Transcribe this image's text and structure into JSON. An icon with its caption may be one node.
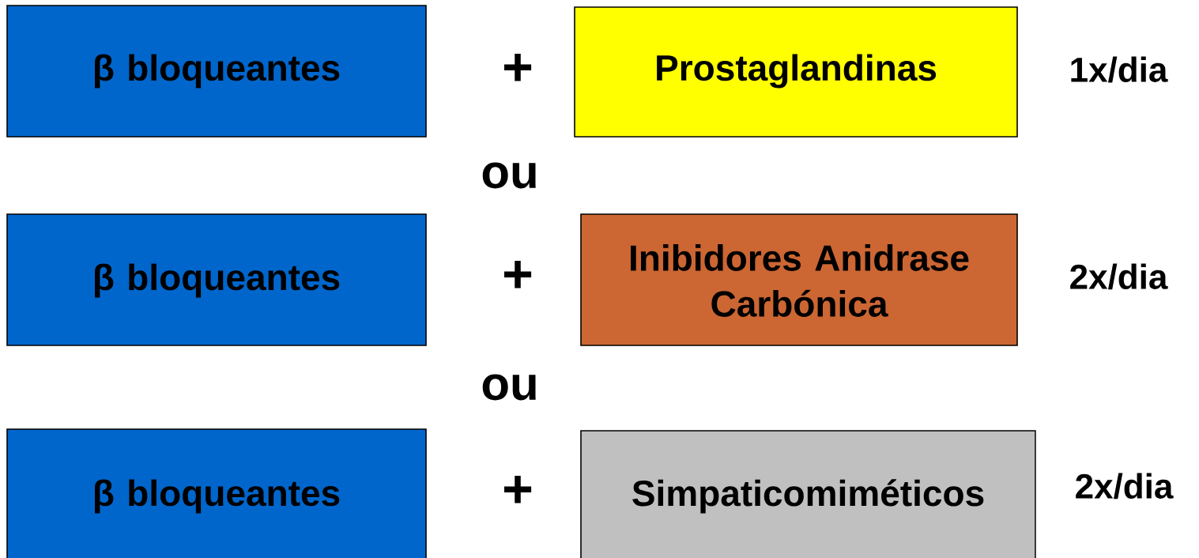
{
  "diagram": {
    "nodes": [
      {
        "text": [
          "β bloqueantes"
        ]
      },
      {
        "text": [
          "Prostaglandinas"
        ],
        "beside": [
          "1x/dia"
        ]
      },
      {
        "text": [
          "β bloqueantes"
        ]
      },
      {
        "text": [
          "Inibidores Anidrase Carbónica"
        ],
        "beside": [
          "2x/dia"
        ]
      },
      {
        "text": [
          "β bloqueantes"
        ]
      },
      {
        "text": [
          "Simpaticomiméticos"
        ],
        "beside": [
          "2x/dia"
        ]
      }
    ],
    "labels": [
      "+",
      "ou",
      "+",
      "ou",
      "+"
    ]
  }
}
